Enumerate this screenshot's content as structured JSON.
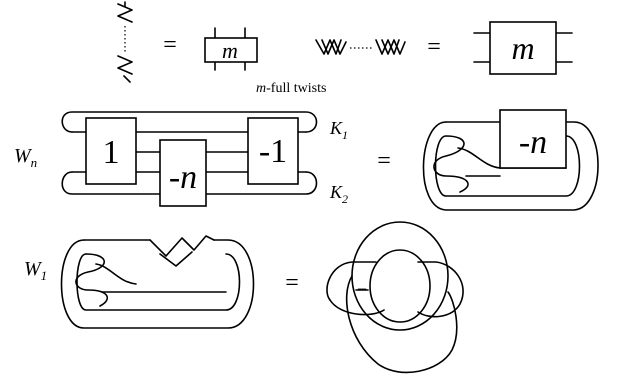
{
  "labels": {
    "eq": "=",
    "m": "m",
    "m_full_twists_var": "m",
    "m_full_twists_rest": "-full twists",
    "W_n_base": "W",
    "W_n_sub": "n",
    "W_1_base": "W",
    "W_1_sub": "1",
    "K1_base": "K",
    "K1_sub": "1",
    "K2_base": "K",
    "K2_sub": "2",
    "box_1": "1",
    "box_minus_n": "-n",
    "box_minus_1": "-1",
    "box_right_minus_n": "-n",
    "clasp_minus": "−"
  }
}
